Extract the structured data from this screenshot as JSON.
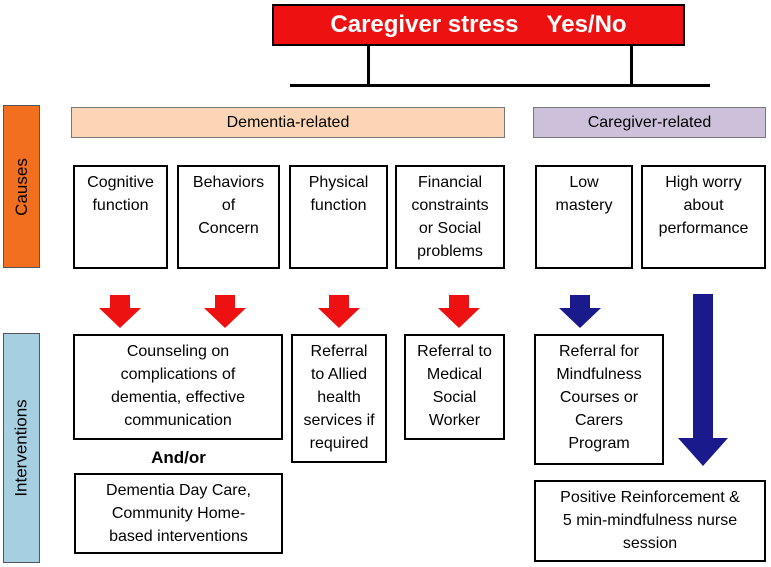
{
  "title": {
    "main": "Caregiver stress",
    "yesno": "Yes/No",
    "color": "#ee1111"
  },
  "side_labels": {
    "causes": "Causes",
    "interventions": "Interventions"
  },
  "categories": {
    "dementia": "Dementia-related",
    "caregiver": "Caregiver-related"
  },
  "causes": [
    "Cognitive\nfunction",
    "Behaviors\nof\nConcern",
    "Physical\nfunction",
    "Financial\nconstraints\nor Social\nproblems",
    "Low\nmastery",
    "High worry\nabout\nperformance"
  ],
  "interventions": {
    "counseling": "Counseling on\ncomplications of\ndementia, effective\ncommunication",
    "andor": "And/or",
    "daycare": "Dementia Day Care,\nCommunity Home-\nbased interventions",
    "allied": "Referral\nto Allied\nhealth\nservices if\nrequired",
    "msw": "Referral to\nMedical\nSocial\nWorker",
    "mindfulness": "Referral for\nMindfulness\nCourses or\nCarers\nProgram",
    "positive": "Positive Reinforcement &\n5 min-mindfulness nurse\nsession"
  },
  "colors": {
    "causes_side": "#f26f1f",
    "interventions_side": "#a6d0e2",
    "dementia_bar": "#fcd5b4",
    "caregiver_bar": "#ccc0da",
    "red_arrow": "#ee1111",
    "blue_arrow": "#1a1a8c"
  }
}
